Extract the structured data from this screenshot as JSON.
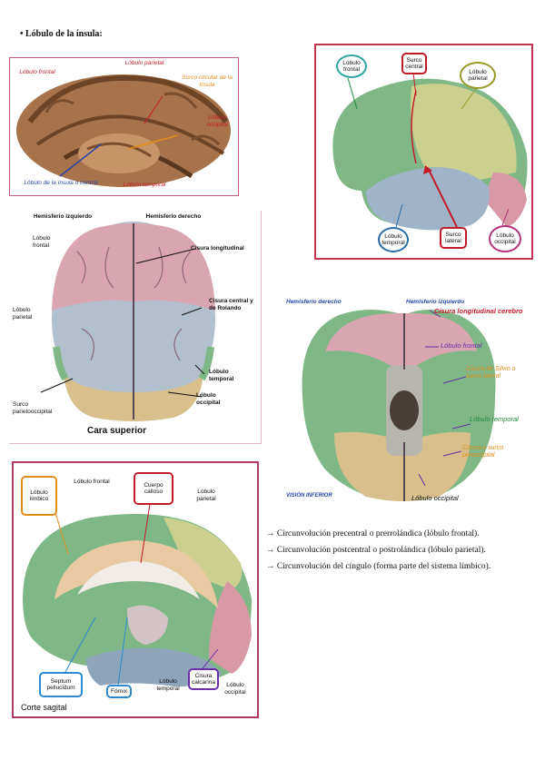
{
  "heading": "• Lóbulo de la ínsula:",
  "panel1": {
    "labels": {
      "frontal": "Lóbulo frontal",
      "parietal": "Lóbulo parietal",
      "surco": "Surco circular de la ínsula",
      "occipital": "Lóbulo occipital",
      "insula": "Lóbulo de la ínsula o central",
      "temporal": "Lóbulo temporal"
    }
  },
  "panel2": {
    "labels": {
      "frontal": "Lóbulo frontal",
      "surco_central": "Surco central",
      "parietal": "Lóbulo parietal",
      "temporal": "Lóbulo temporal",
      "surco_lateral": "Surco lateral",
      "occipital": "Lóbulo occipital"
    },
    "colors": {
      "frontal": "#7fb886",
      "parietal": "#ccd08e",
      "temporal": "#9fb4c8",
      "occipital": "#d998a6",
      "frame": "#c2334f"
    }
  },
  "panel3": {
    "labels": {
      "hem_izq": "Hemisferio izquierdo",
      "hem_der": "Hemisferio derecho",
      "frontal": "Lóbulo frontal",
      "cisura_long": "Cisura longitudinal",
      "parietal": "Lóbulo parietal",
      "cisura_central": "Cisura central y de Rolando",
      "temporal": "Lóbulo temporal",
      "surco_po": "Surco parietooccipital",
      "occipital": "Lóbulo occipital",
      "cara": "Cara superior"
    }
  },
  "panel4": {
    "labels": {
      "hem_der": "Hemisferio derecho",
      "hem_izq": "Hemisferio izquierdo",
      "cisura_long": "Cisura longitudinal cerebro",
      "frontal": "Lóbulo frontal",
      "silvio": "Cisura de Silvio o surco lateral",
      "temporal": "Lóbulo temporal",
      "preocc": "Cisura o surco preoccipital",
      "occipital": "Lóbulo occipital",
      "vision": "VISIÓN INFERIOR"
    }
  },
  "panel5": {
    "labels": {
      "limbico": "Lóbulo límbico",
      "frontal": "Lóbulo frontal",
      "cuerpo": "Cuerpo calloso",
      "parietal": "Lóbulo parietal",
      "septum": "Septum pellucidum",
      "fornix": "Fórnix",
      "temporal": "Lóbulo temporal",
      "calcarina": "Cisura calcarina",
      "occipital": "Lóbulo occipital",
      "corte": "Corte sagital"
    }
  },
  "bullets": [
    "→ Circunvolución precentral o prerrolándica (lóbulo frontal).",
    "→ Circunvolución postcentral o postrolándica (lóbulo parietal).",
    "→ Circunvolución del cíngulo (forma parte del sistema límbico)."
  ]
}
